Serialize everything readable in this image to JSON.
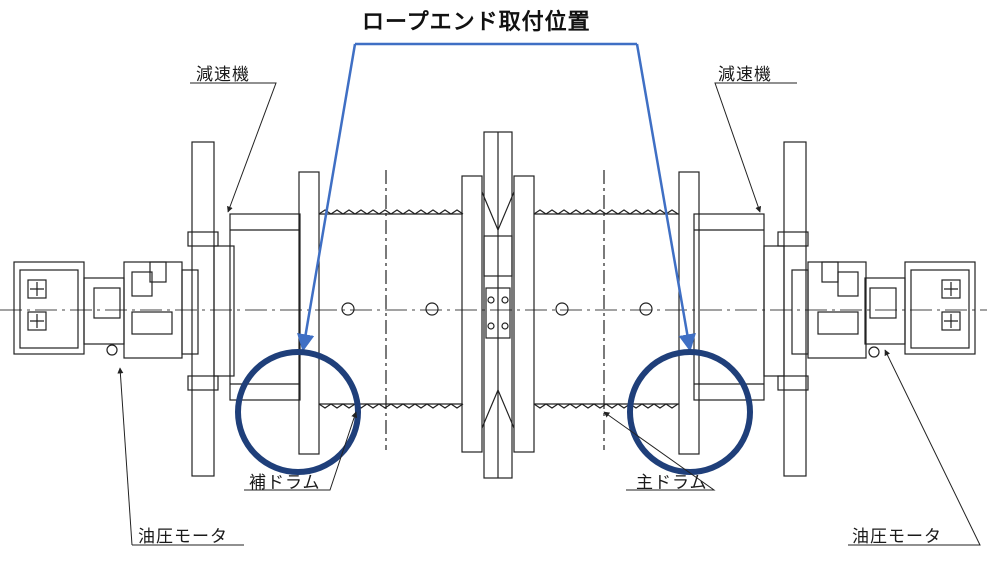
{
  "diagram": {
    "title": "ロープエンド取付位置",
    "labels": {
      "reducer_left": "減速機",
      "reducer_right": "減速機",
      "aux_drum": "補ドラム",
      "main_drum": "主ドラム",
      "motor_left": "油圧モータ",
      "motor_right": "油圧モータ"
    },
    "colors": {
      "callout": "#3f6fc4",
      "circle": "#1f3f7a",
      "lines": "#222222"
    }
  }
}
